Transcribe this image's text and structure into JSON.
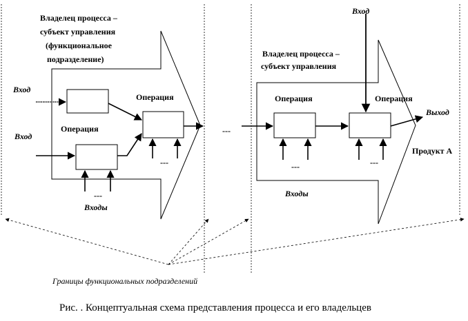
{
  "labels": {
    "owner_full": [
      "Владелец процесса –",
      "субъект управления",
      "(функциональное",
      "подразделение)"
    ],
    "owner_short": [
      "Владелец процесса –",
      "субъект управления"
    ],
    "input": "Вход",
    "inputs": "Входы",
    "output": "Выход",
    "operation": "Операция",
    "ellipsis": "---",
    "product": "Продукт А",
    "boundaries": "Границы функциональных подразделений"
  },
  "caption": "Рис.   . Концептуальная схема представления процесса и его владельцев"
}
